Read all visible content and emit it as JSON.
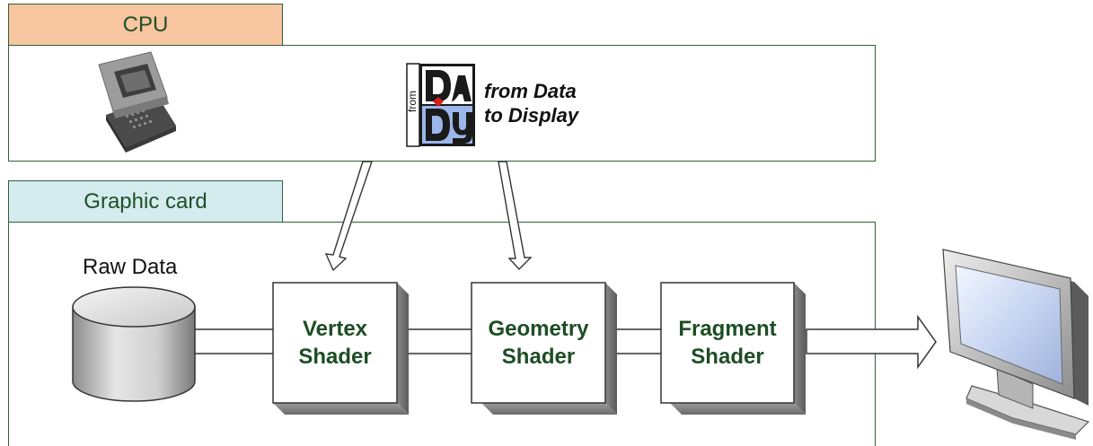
{
  "cpu": {
    "label": "CPU",
    "color": "#f7c59f"
  },
  "gpu": {
    "label": "Graphic card",
    "color": "#d4ecee"
  },
  "logo": {
    "prefix": "from",
    "tagline": "from Data\nto Display"
  },
  "raw_data": {
    "label": "Raw Data"
  },
  "shaders": [
    {
      "label": "Vertex\nShader"
    },
    {
      "label": "Geometry\nShader"
    },
    {
      "label": "Fragment\nShader"
    }
  ],
  "colors": {
    "shader_text": "#1d4d24",
    "border": "#2f5f3a"
  }
}
